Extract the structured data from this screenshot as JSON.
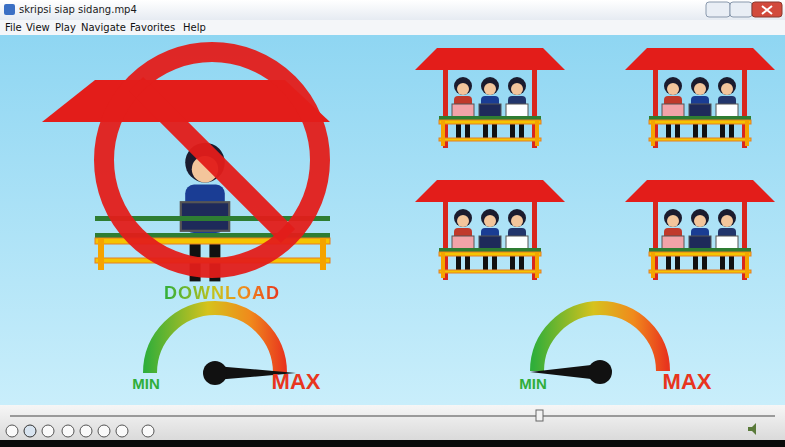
{
  "diagram": {
    "title": "skripsi siap sidang.mp4",
    "labels": [
      "File",
      "View",
      "Play",
      "Navigate",
      "Favorites",
      "Help",
      "DOWNLOAD",
      "MIN",
      "MAX",
      "MIN",
      "MAX"
    ]
  }
}
